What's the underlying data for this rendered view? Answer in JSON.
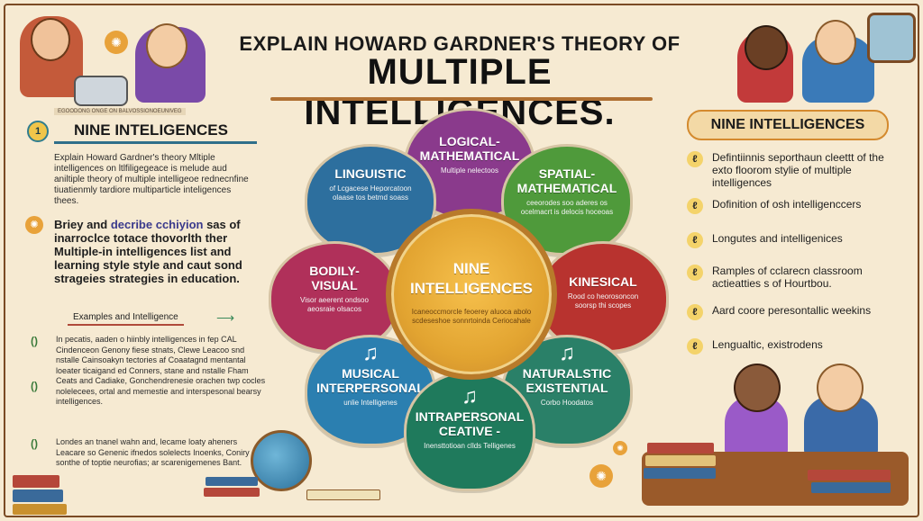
{
  "title": {
    "line1": "EXPLAIN HOWARD GARDNER'S THEORY OF",
    "line2": "MULTIPLE INTELLIGENCES."
  },
  "left": {
    "tiny_tag": "EGOODONG ONGE ON BALVOSSIONOEUNIVEG",
    "badge": "1",
    "heading": "NINE INTELIGENCES",
    "para1": "Explain Howard Gardner's theory Mltiple intelligences on ltlfiligegeace is melude aud aniltiple theory of multiple intelligeoe rednecnfine tiuatienmly tardiore multiparticle inteligences thees.",
    "para2_a": "Briey and ",
    "para2_hl": "decribe cchiyion",
    "para2_b": " sas of inarroclce totace thovorlth ther Multiple-in intelligences list and learning style style and caut sond strageies strategies in education.",
    "examples_label": "Examples and Intelligence",
    "arrow": "⟶",
    "para3": "In pecatis, aaden o hiinbly intelligences in fep CAL Cindenceon Genony fiese stnats, Clewe Leacoo snd nstalle Cainsoakyn tectories af Coaatagnd mentantal loeater ticaigand ed Conners, stane and nstalle Fham Ceats and Cadiake, Gonchendrenesie orachen twp cocles nolelecees, ortal and memestie and interspesonal bearsy intelligences.",
    "para4": "Londes an tnanel wahn and, lecame loaty aheners Leacare so Genenic ifnedos solelects Inoenks, Coniry sonthe of toptie neurofias; ar scarenigemenes Bant.",
    "paren_a": "()",
    "paren_b": "()",
    "paren_c": "()"
  },
  "petals": [
    {
      "id": "linguistic",
      "title": "LINGUISTIC",
      "desc": "of Lcgacese Heporcatoon olaase tos betmd soass",
      "color": "#2d6f9e"
    },
    {
      "id": "logical",
      "title": "LOGICAL-\nMATHEMATICAL",
      "desc": "Multiple nelectoos",
      "color": "#8a3a8c"
    },
    {
      "id": "spatial",
      "title": "SPATIAL-\nMATHEMATICAL",
      "desc": "ceeorodes soo aderes os ocelmacrt is delocis hoceoas",
      "color": "#4f9a3b"
    },
    {
      "id": "bodily",
      "title": "BODILY-\nVISUAL",
      "desc": "Visor aeerent ondsoo aeosraie olsacos",
      "color": "#b0305a"
    },
    {
      "id": "kinesical",
      "title": "KINESICAL",
      "desc": "Rood co heorosoncon soorsp thi scopes",
      "color": "#b8332f"
    },
    {
      "id": "musical",
      "title": "MUSICAL\nINTERPERSONAL",
      "desc": "unlie Intelligenes",
      "color": "#2b7fb0"
    },
    {
      "id": "intrapersonal",
      "title": "INTRAPERSONAL\nCEATIVE -",
      "desc": "Inensttotioan cllds Telligenes",
      "color": "#1f7a5c"
    },
    {
      "id": "naturalistic",
      "title": "NATURALSTIC\nEXISTENTIAL",
      "desc": "Corbo Hoodatos",
      "color": "#2a8068"
    }
  ],
  "center": {
    "title_a": "NINE",
    "title_b": "INTELLIGENCES",
    "desc": "Icaneoccmorcle feoerey aluoca abolo scdeseshoe sonnrtoinda Ceriocahale"
  },
  "note_glyph": "♫",
  "right": {
    "pill": "NINE INTELLIGENCES",
    "items": [
      {
        "mark": "ℓ",
        "text": "Defintiinnis seporthaun cleettt of the exto floorom stylie of multiple intelligences"
      },
      {
        "mark": "ℓ",
        "text": "Dofinition of osh intelligenccers"
      },
      {
        "mark": "ℓ",
        "text": "Longutes and intelligenices"
      },
      {
        "mark": "ℓ",
        "text": "Ramples of cclarecn classroom actieatties s of Hourtbou."
      },
      {
        "mark": "ℓ",
        "text": "Aard coore peresontallic weekins"
      },
      {
        "mark": "ℓ",
        "text": "Lengualtic, existrodens"
      }
    ]
  },
  "decor": {
    "sun_glyph": "✺"
  },
  "colors": {
    "border": "#7a4a24",
    "rule": "#b07032",
    "accent_gold": "#e2a431"
  }
}
